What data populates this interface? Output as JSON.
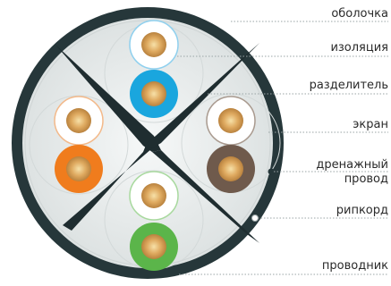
{
  "labels": {
    "jacket": "оболочка",
    "insulation": "изоляция",
    "separator": "разделитель",
    "screen": "экран",
    "drain_wire_line1": "дренажный",
    "drain_wire_line2": "провод",
    "ripcord": "рипкорд",
    "conductor": "проводник"
  },
  "colors": {
    "jacket": "#26373a",
    "screen": "#e9ecec",
    "separator": "#1f2d30",
    "pair_blue": "#1aa6de",
    "pair_orange": "#f07c1d",
    "pair_brown": "#6f5a4c",
    "pair_green": "#5bb54a",
    "copper_core": "#d9a863",
    "leader_line": "#9aa5a6"
  }
}
